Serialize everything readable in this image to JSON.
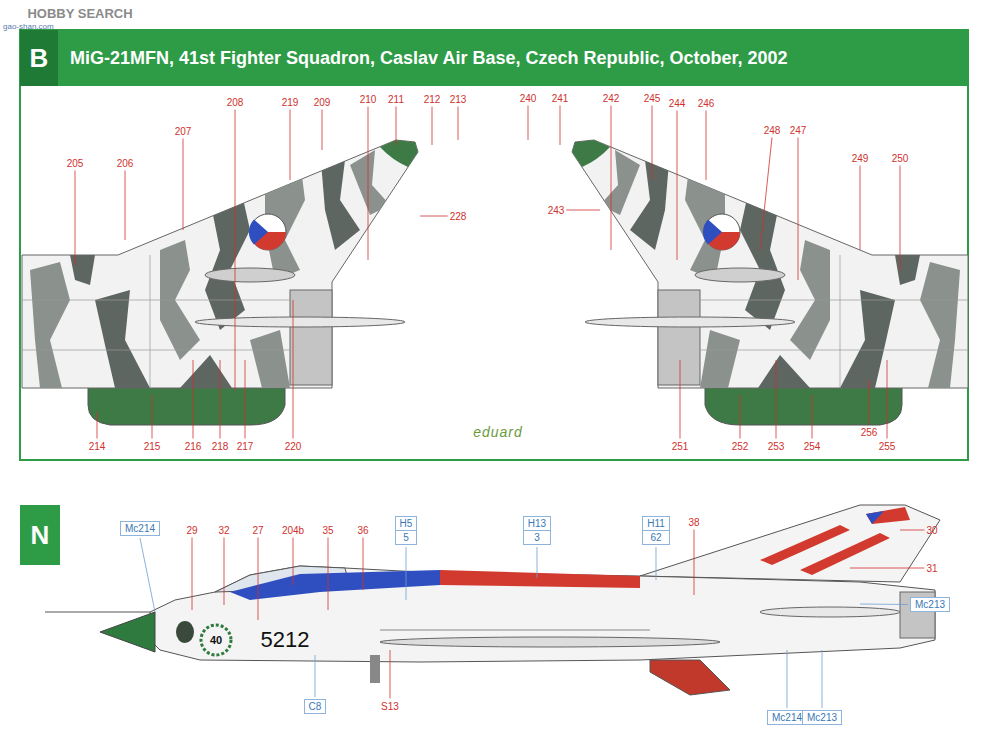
{
  "diagram": {
    "title": "MiG-21MFN, 41st Fighter Squadron, Caslav Air Base, Czech Republic, October, 2002",
    "nodes": [
      {
        "text": [
          "B"
        ]
      },
      {
        "text": [
          "N"
        ]
      },
      {
        "text": [
          "Mc214"
        ]
      },
      {
        "text": [
          "H5",
          "5"
        ]
      },
      {
        "text": [
          "H13",
          "3"
        ]
      },
      {
        "text": [
          "H11",
          "62"
        ]
      },
      {
        "text": [
          "Mc213"
        ]
      },
      {
        "text": [
          "C8"
        ]
      },
      {
        "text": [
          "Mc214"
        ]
      },
      {
        "text": [
          "Mc213"
        ]
      }
    ],
    "labels": [
      "HOBBY SEARCH",
      "gao-shan.com",
      "205",
      "206",
      "207",
      "208",
      "219",
      "209",
      "210",
      "211",
      "212",
      "213",
      "228",
      "214",
      "215",
      "216",
      "218",
      "217",
      "220",
      "240",
      "241",
      "242",
      "245",
      "244",
      "246",
      "248",
      "247",
      "249",
      "250",
      "243",
      "251",
      "252",
      "253",
      "254",
      "256",
      "255",
      "eduard",
      "29",
      "32",
      "27",
      "204b",
      "35",
      "36",
      "38",
      "30",
      "31",
      "S13",
      "40",
      "5212"
    ]
  }
}
